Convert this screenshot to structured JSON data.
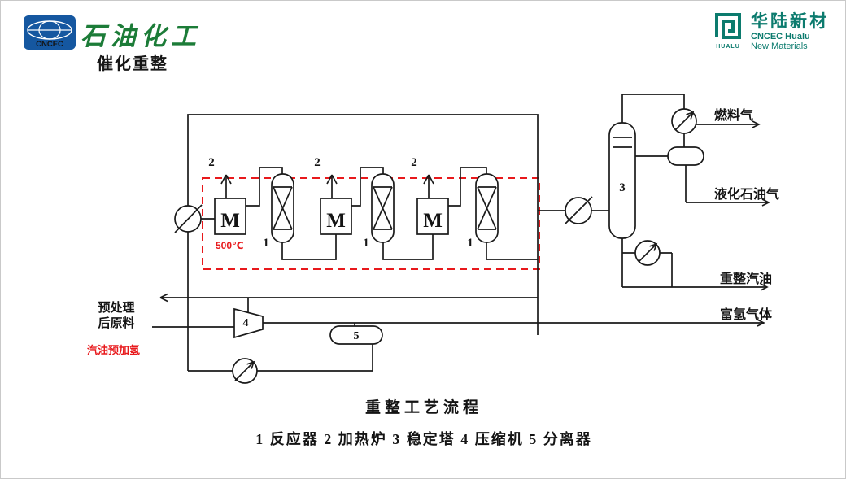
{
  "header": {
    "logo_cncec": {
      "text": "CNCEC"
    },
    "brand_cn": "石油化工",
    "hualu": {
      "icon_caption": "HUALU",
      "name_cn": "华陆新材",
      "line1": "CNCEC Hualu",
      "line2": "New Materials"
    }
  },
  "title": "催化重整",
  "diagram": {
    "temp": "500℃",
    "feed": {
      "line1": "预处理",
      "line2": "后原料",
      "note": "汽油预加氢"
    },
    "numbers": {
      "reactor": "1",
      "furnace": "2",
      "stabilizer": "3",
      "compressor": "4",
      "separator": "5"
    },
    "furnace_symbol": "M",
    "outputs": {
      "fuel_gas": "燃料气",
      "lpg": "液化石油气",
      "reformate": "重整汽油",
      "hydrogen": "富氢气体"
    },
    "caption": "重整工艺流程",
    "legend": "1 反应器  2 加热炉  3 稳定塔  4 压缩机  5 分离器",
    "colors": {
      "line": "#1a1a1a",
      "highlight": "#e8191c",
      "green": "#1c7c38",
      "teal": "#0c7b6e",
      "blue": "#1557a0"
    }
  }
}
